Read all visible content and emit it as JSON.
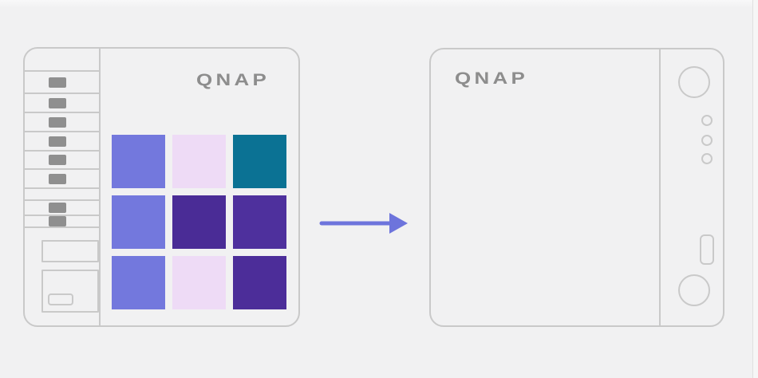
{
  "page": {
    "background": "#f1f1f2"
  },
  "colors": {
    "page_bg": "#f1f1f2",
    "outline": "#c9c9c9",
    "handle": "#8f8f8f",
    "logo": "#8d8d8d",
    "arrow": "#6d74dc",
    "edge_line": "#e0e0e0",
    "edge_fill": "#f6f6f6"
  },
  "source_device": {
    "brand": "QNAP",
    "drive_grid": {
      "rows": 3,
      "cols": 3,
      "cells": [
        [
          "#7378dd",
          "#eedbf6",
          "#0b7294"
        ],
        [
          "#7378dd",
          "#4a2c96",
          "#4e309d"
        ],
        [
          "#7378dd",
          "#eedbf6",
          "#4c2d99"
        ]
      ]
    }
  },
  "target_device": {
    "brand": "QNAP"
  },
  "arrow": {
    "direction": "right"
  }
}
